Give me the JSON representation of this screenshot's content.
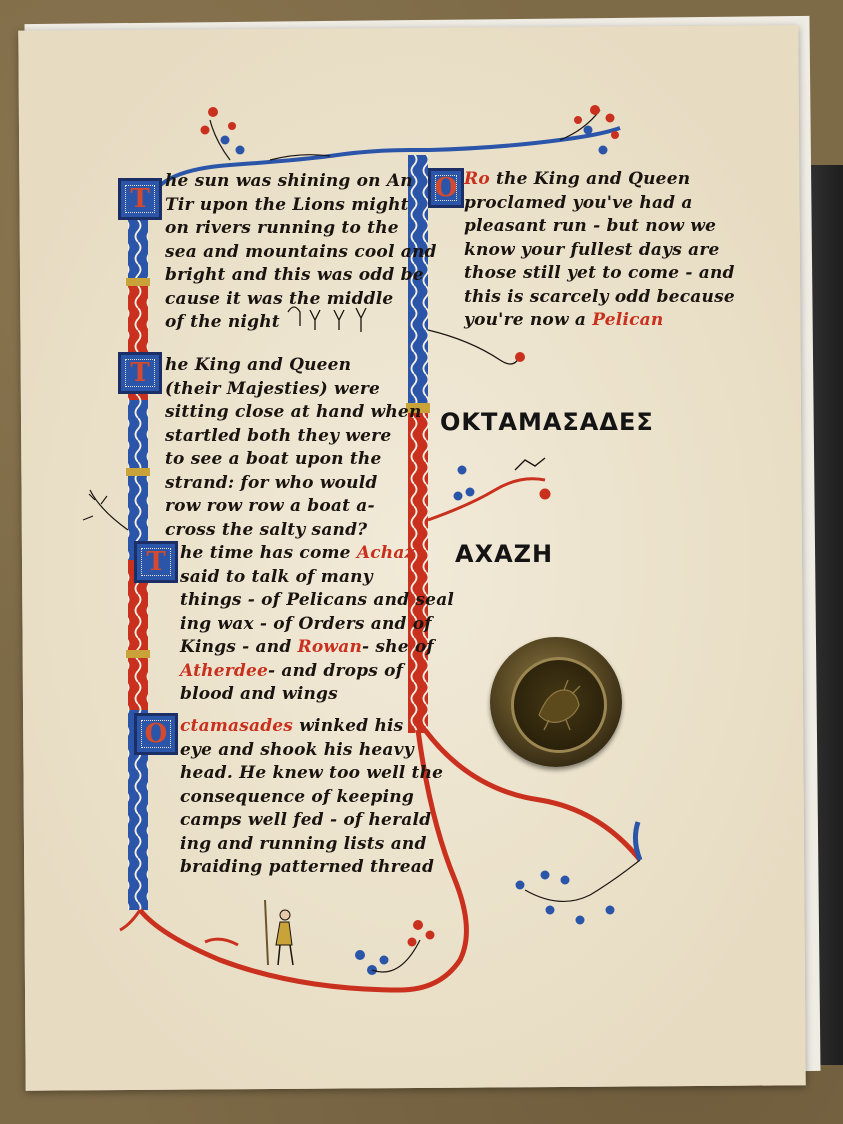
{
  "stanzas_left": [
    {
      "initial": "T",
      "lines": [
        "he sun was shining on An",
        "Tir upon the Lions might",
        "on rivers running to the",
        "sea and mountains cool and",
        "bright and this was odd be",
        "cause it was the middle",
        "of the night"
      ]
    },
    {
      "initial": "T",
      "lines": [
        "he King and Queen",
        "(their Majesties) were",
        "sitting close at hand when",
        "startled both they were",
        "to see a boat upon the",
        "strand: for who would",
        "row row row a boat a-",
        "cross the salty sand?"
      ]
    },
    {
      "initial": "T",
      "lines": [
        [
          "he time has come ",
          {
            "red": "Achaz"
          }
        ],
        [
          "said to talk of many"
        ],
        [
          "things - of Pelicans and seal"
        ],
        [
          "ing wax - of Orders and of"
        ],
        [
          "Kings - and ",
          {
            "red": "Rowan"
          },
          "- she of"
        ],
        [
          {
            "red": "Atherdee"
          },
          "- and drops of"
        ],
        [
          "blood and wings"
        ]
      ]
    },
    {
      "initial": "O",
      "lines": [
        [
          {
            "red": "ctamasades"
          },
          " winked his"
        ],
        [
          "eye and shook his heavy"
        ],
        [
          "head. He knew too well the"
        ],
        [
          "consequence of keeping"
        ],
        [
          "camps well fed - of herald"
        ],
        [
          "ing and running lists and"
        ],
        [
          "braiding patterned thread"
        ]
      ]
    }
  ],
  "stanza_right": {
    "initial": "O",
    "lines": [
      [
        {
          "red": "Ro"
        },
        " the King and Queen"
      ],
      [
        "proclamed you've had a"
      ],
      [
        "pleasant run - but now we"
      ],
      [
        "know your fullest days are"
      ],
      [
        "those still yet to come - and"
      ],
      [
        "this is scarcely odd because"
      ],
      [
        "you're now a ",
        {
          "red": "Pelican"
        }
      ]
    ]
  },
  "signatures": {
    "first": "ΟΚΤΑΜΑΣΑΔΕΣ",
    "second": "ΑΧΑΖΗ"
  },
  "palette": {
    "ink": "#1a1410",
    "vermilion": "#c9301e",
    "ultramarine": "#2b55a8",
    "gold": "#c9a23a",
    "parchment": "#ece4d0"
  }
}
